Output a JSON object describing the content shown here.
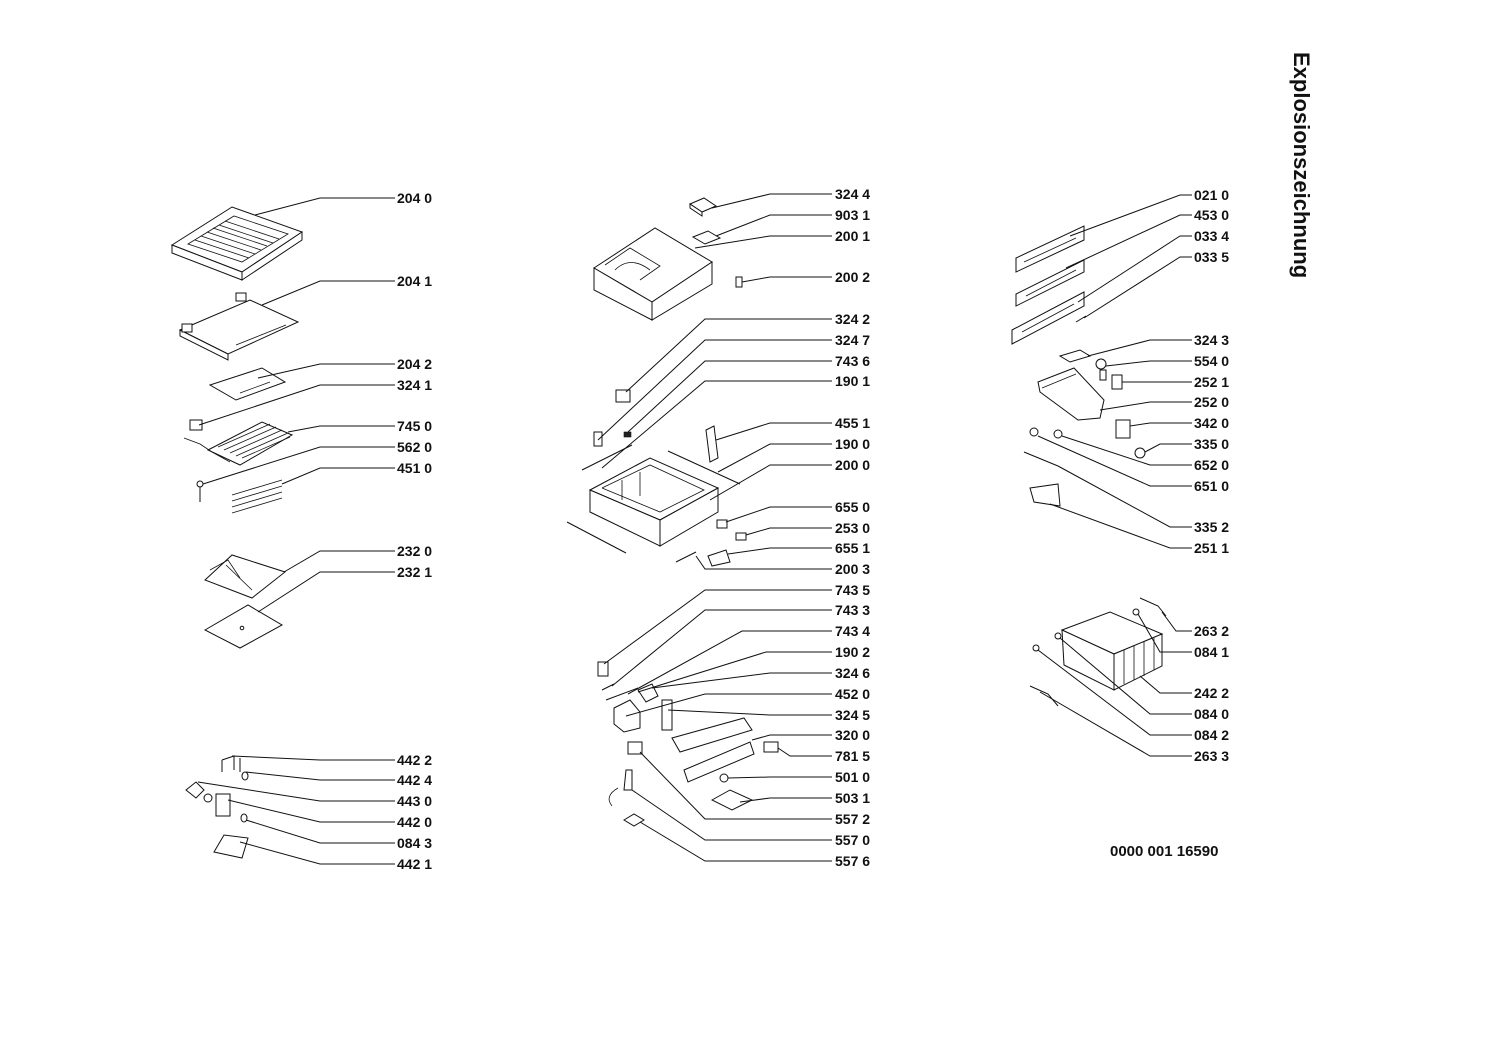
{
  "title": "Explosionszeichnung",
  "document_number": "0000 001 16590",
  "callouts": [
    {
      "id": "c0",
      "label": "204 0"
    },
    {
      "id": "c1",
      "label": "204 1"
    },
    {
      "id": "c2",
      "label": "204 2"
    },
    {
      "id": "c3",
      "label": "324 1"
    },
    {
      "id": "c4",
      "label": "745 0"
    },
    {
      "id": "c5",
      "label": "562 0"
    },
    {
      "id": "c6",
      "label": "451 0"
    },
    {
      "id": "c7",
      "label": "232 0"
    },
    {
      "id": "c8",
      "label": "232 1"
    },
    {
      "id": "c9",
      "label": "442 2"
    },
    {
      "id": "c10",
      "label": "442 4"
    },
    {
      "id": "c11",
      "label": "443 0"
    },
    {
      "id": "c12",
      "label": "442 0"
    },
    {
      "id": "c13",
      "label": "084 3"
    },
    {
      "id": "c14",
      "label": "442 1"
    },
    {
      "id": "c15",
      "label": "324 4"
    },
    {
      "id": "c16",
      "label": "903 1"
    },
    {
      "id": "c17",
      "label": "200 1"
    },
    {
      "id": "c18",
      "label": "200 2"
    },
    {
      "id": "c19",
      "label": "324 2"
    },
    {
      "id": "c20",
      "label": "324 7"
    },
    {
      "id": "c21",
      "label": "743 6"
    },
    {
      "id": "c22",
      "label": "190 1"
    },
    {
      "id": "c23",
      "label": "455 1"
    },
    {
      "id": "c24",
      "label": "190 0"
    },
    {
      "id": "c25",
      "label": "200 0"
    },
    {
      "id": "c26",
      "label": "655 0"
    },
    {
      "id": "c27",
      "label": "253 0"
    },
    {
      "id": "c28",
      "label": "655 1"
    },
    {
      "id": "c29",
      "label": "200 3"
    },
    {
      "id": "c30",
      "label": "743 5"
    },
    {
      "id": "c31",
      "label": "743 3"
    },
    {
      "id": "c32",
      "label": "743 4"
    },
    {
      "id": "c33",
      "label": "190 2"
    },
    {
      "id": "c34",
      "label": "324 6"
    },
    {
      "id": "c35",
      "label": "452 0"
    },
    {
      "id": "c36",
      "label": "324 5"
    },
    {
      "id": "c37",
      "label": "320 0"
    },
    {
      "id": "c38",
      "label": "781 5"
    },
    {
      "id": "c39",
      "label": "501 0"
    },
    {
      "id": "c40",
      "label": "503 1"
    },
    {
      "id": "c41",
      "label": "557 2"
    },
    {
      "id": "c42",
      "label": "557 0"
    },
    {
      "id": "c43",
      "label": "557 6"
    },
    {
      "id": "c44",
      "label": "021 0"
    },
    {
      "id": "c45",
      "label": "453 0"
    },
    {
      "id": "c46",
      "label": "033 4"
    },
    {
      "id": "c47",
      "label": "033 5"
    },
    {
      "id": "c48",
      "label": "324 3"
    },
    {
      "id": "c49",
      "label": "554 0"
    },
    {
      "id": "c50",
      "label": "252 1"
    },
    {
      "id": "c51",
      "label": "252 0"
    },
    {
      "id": "c52",
      "label": "342 0"
    },
    {
      "id": "c53",
      "label": "335 0"
    },
    {
      "id": "c54",
      "label": "652 0"
    },
    {
      "id": "c55",
      "label": "651 0"
    },
    {
      "id": "c56",
      "label": "335 2"
    },
    {
      "id": "c57",
      "label": "251 1"
    },
    {
      "id": "c58",
      "label": "263 2"
    },
    {
      "id": "c59",
      "label": "084 1"
    },
    {
      "id": "c60",
      "label": "242 2"
    },
    {
      "id": "c61",
      "label": "084 0"
    },
    {
      "id": "c62",
      "label": "084 2"
    },
    {
      "id": "c63",
      "label": "263 3"
    }
  ]
}
